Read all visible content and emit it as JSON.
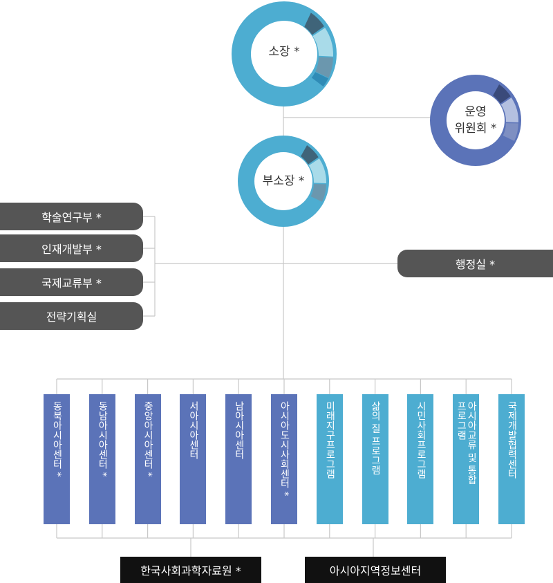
{
  "colors": {
    "director_ring": "#4dadd1",
    "committee_ring": "#5b73b8",
    "dept_blue": "#5b73b8",
    "dept_teal": "#4dadd1",
    "pill": "#555555",
    "line": "#c8c8c8",
    "black": "#111111"
  },
  "director": {
    "label": "소장 *"
  },
  "deputy": {
    "label": "부소장 *"
  },
  "committee": {
    "line1": "운영",
    "line2": "위원회 *"
  },
  "admin_office": {
    "label": "행정실 *"
  },
  "divisions": [
    {
      "label": "학술연구부 *"
    },
    {
      "label": "인재개발부 *"
    },
    {
      "label": "국제교류부 *"
    },
    {
      "label": "전략기획실"
    }
  ],
  "centers": [
    {
      "label": "동북아시아센터 *",
      "color": "blue"
    },
    {
      "label": "동남아시아센터 *",
      "color": "blue"
    },
    {
      "label": "중앙아시아센터 *",
      "color": "blue"
    },
    {
      "label": "서아시아센터",
      "color": "blue"
    },
    {
      "label": "남아시아센터",
      "color": "blue"
    },
    {
      "label": "아시아도시사회센터 *",
      "color": "blue"
    },
    {
      "label": "미래지구프로그램",
      "color": "teal"
    },
    {
      "label": "삶의 질 프로그램",
      "color": "teal"
    },
    {
      "label": "시민사회프로그램",
      "color": "teal"
    },
    {
      "label": "아시아교류 및 통합\n프로그램",
      "color": "teal"
    },
    {
      "label": "국제개발협력센터",
      "color": "teal"
    }
  ],
  "bottom_units": [
    {
      "label": "한국사회과학자료원 *"
    },
    {
      "label": "아시아지역정보센터"
    }
  ]
}
